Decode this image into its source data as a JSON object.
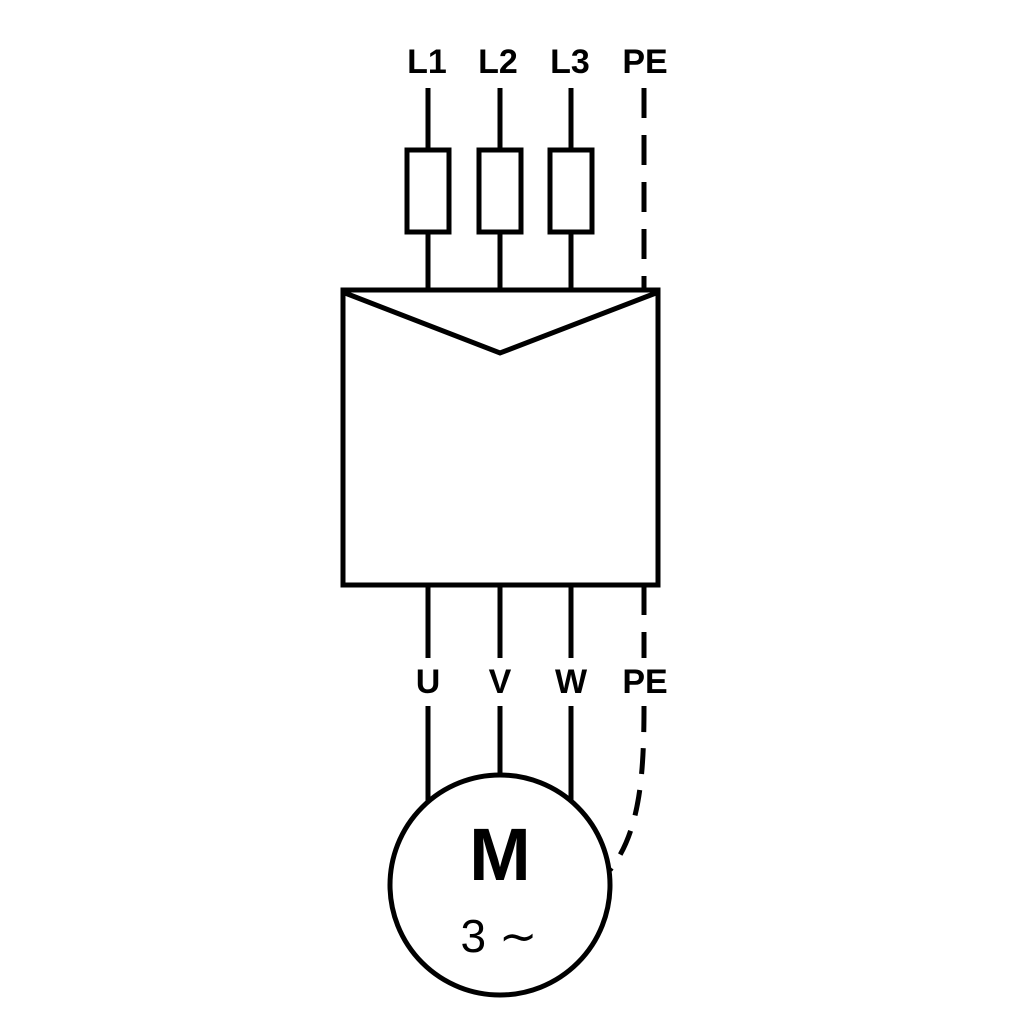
{
  "diagram": {
    "type": "three-phase-motor-wiring-diagram",
    "supply": {
      "labels": [
        "L1",
        "L2",
        "L3",
        "PE"
      ]
    },
    "output": {
      "labels": [
        "U",
        "V",
        "W",
        "PE"
      ]
    },
    "motor": {
      "label": "M",
      "phase_label": "3 ∼"
    },
    "components": {
      "fuse_count": "3",
      "controller": "contactor-box",
      "earth_wire_style": "dashed"
    },
    "colors": {
      "line": "#000000",
      "background": "#ffffff"
    }
  }
}
